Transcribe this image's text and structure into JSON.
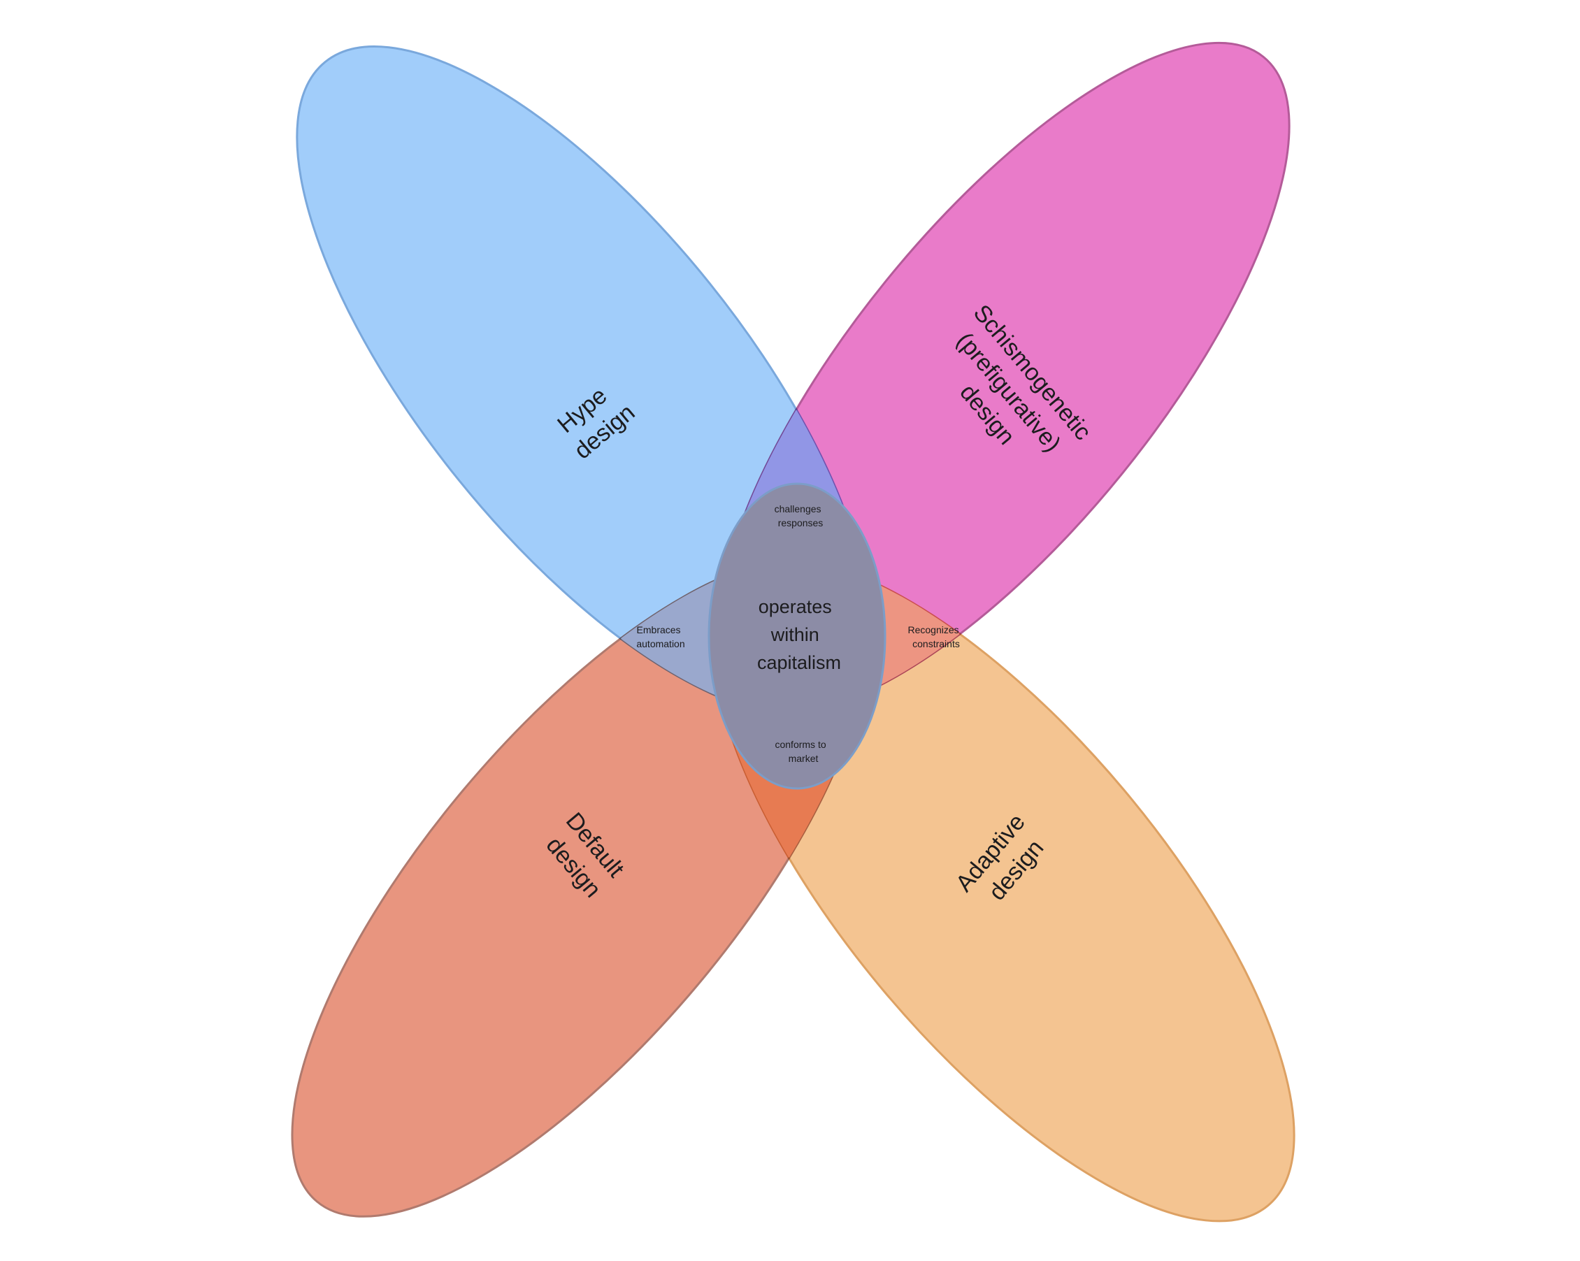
{
  "diagram": {
    "petals": [
      {
        "id": "hype",
        "lines": [
          "Hype",
          "design"
        ],
        "fill": "#A1CDFA",
        "stroke": "#7AA8DC"
      },
      {
        "id": "schismogenetic",
        "lines": [
          "Schismogenetic",
          "(prefigurative)",
          "design"
        ],
        "fill": "#E97BC9",
        "stroke": "#B45B99"
      },
      {
        "id": "default",
        "lines": [
          "Default",
          "design"
        ],
        "fill": "#E8957F",
        "stroke": "#B07A6E"
      },
      {
        "id": "adaptive",
        "lines": [
          "Adaptive",
          "design"
        ],
        "fill": "#F4C491",
        "stroke": "#DDA163"
      }
    ],
    "center": {
      "lines": [
        "operates",
        "within",
        "capitalism"
      ],
      "fill": "#8C8CA6",
      "stroke": "#7C9DC8"
    },
    "overlaps": {
      "top": [
        "challenges",
        "responses"
      ],
      "left": [
        "Embraces",
        "automation"
      ],
      "right": [
        "Recognizes",
        "constraints"
      ],
      "bottom": [
        "conforms to",
        "market"
      ]
    },
    "overlap_colors": {
      "top": "#9196E6",
      "left": "#9AA8CD",
      "right": "#ED9582",
      "bottom": "#E77B52"
    }
  }
}
